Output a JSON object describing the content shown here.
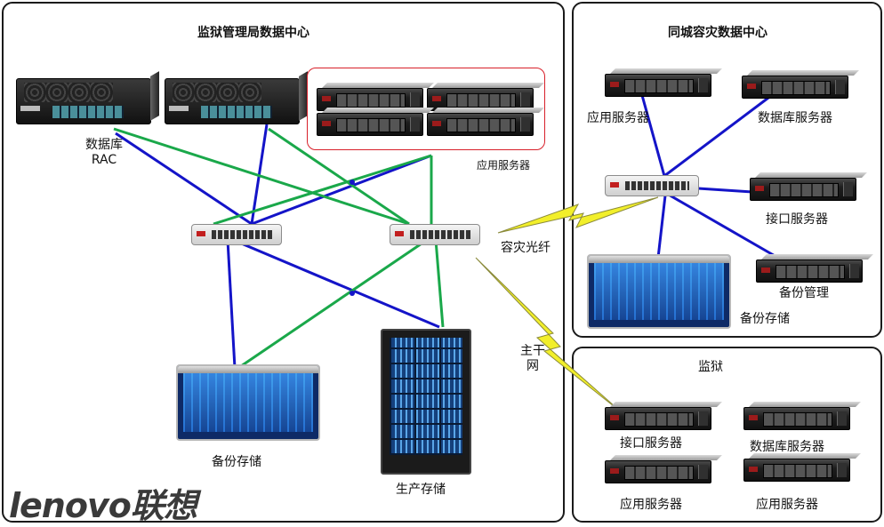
{
  "main_panel": {
    "title": "监狱管理局数据中心"
  },
  "dr_panel": {
    "title": "同城容灾数据中心"
  },
  "prison_panel": {
    "title": "监狱"
  },
  "labels": {
    "rac": "数据库\nRAC",
    "app_servers_group": "应用服务器",
    "backup_storage_main": "备份存储",
    "production_storage": "生产存储",
    "dr_fiber": "容灾光纤",
    "backbone": "主干\n网",
    "dr_app_server": "应用服务器",
    "dr_db_server": "数据库服务器",
    "dr_interface_server": "接口服务器",
    "dr_backup_mgmt": "备份管理",
    "dr_backup_storage": "备份存储",
    "prison_interface_server": "接口服务器",
    "prison_db_server": "数据库服务器",
    "prison_app_server_1": "应用服务器",
    "prison_app_server_2": "应用服务器"
  },
  "logo": {
    "text": "lenovo联想"
  },
  "colors": {
    "fc_link": "#1414c8",
    "eth_link": "#1aa84a",
    "wan_bolt": "#f2ef2a",
    "highlight_box": "#d8202a"
  }
}
